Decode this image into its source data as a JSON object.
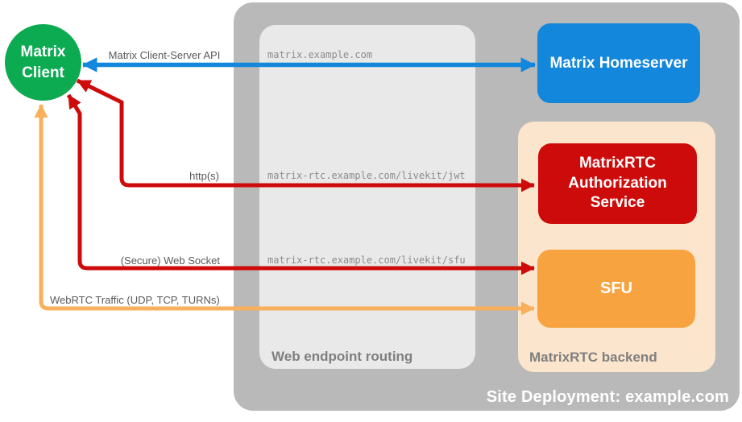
{
  "groups": {
    "deployment": {
      "label": "Site Deployment: example.com",
      "bg": "#B9B9B9"
    },
    "routing": {
      "label": "Web endpoint routing",
      "bg": "#E9E9E9"
    },
    "backend": {
      "label": "MatrixRTC backend",
      "bg": "#FCE5CD"
    }
  },
  "nodes": {
    "client": {
      "line1": "Matrix",
      "line2": "Client",
      "color": "#0CAB51"
    },
    "homeserver": {
      "label": "Matrix Homeserver",
      "color": "#1287DC"
    },
    "auth": {
      "label": "MatrixRTC Authorization Service",
      "color": "#CD0B0B"
    },
    "sfu": {
      "label": "SFU",
      "color": "#F7A440"
    }
  },
  "endpoints": {
    "homeserver": "matrix.example.com",
    "jwt": "matrix-rtc.example.com/livekit/jwt",
    "sfu": "matrix-rtc.example.com/livekit/sfu"
  },
  "connections": {
    "api": {
      "label": "Matrix Client-Server API",
      "color": "#1287DC"
    },
    "https": {
      "label": "http(s)",
      "color": "#CD0B0B"
    },
    "websocket": {
      "label": "(Secure) Web Socket",
      "color": "#CD0B0B"
    },
    "webrtc": {
      "label": "WebRTC Traffic (UDP, TCP, TURNs)",
      "color": "#F8B05C"
    }
  }
}
